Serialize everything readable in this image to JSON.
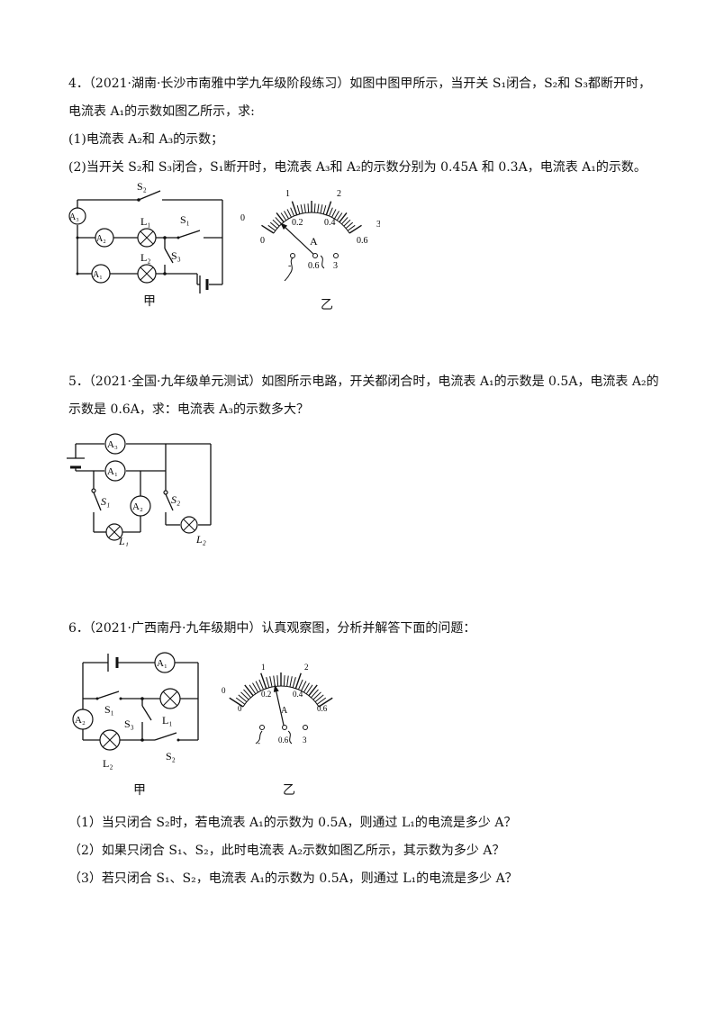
{
  "q4": {
    "line1": "4．（2021·湖南·长沙市南雅中学九年级阶段练习）如图中图甲所示，当开关 S₁闭合，S₂和 S₃都断开时，",
    "line2": "电流表 A₁的示数如图乙所示，求:",
    "line3": "(1)电流表 A₂和 A₃的示数；",
    "line4": "(2)当开关 S₂和 S₃闭合，S₁断开时，电流表 A₃和 A₂的示数分别为 0.45A 和 0.3A，电流表 A₁的示数。",
    "fig_left": {
      "caption": "甲",
      "labels": {
        "A3": "A₃",
        "A2": "A₂",
        "A1": "A₁",
        "S1": "S₁",
        "S2": "S₂",
        "S3": "S₃",
        "L1": "L₁",
        "L2": "L₂"
      }
    },
    "fig_right": {
      "caption": "乙",
      "upper_scale": [
        "0",
        "1",
        "2",
        "3"
      ],
      "lower_scale": [
        "0",
        "0.2",
        "0.4",
        "0.6"
      ],
      "unit": "A",
      "terminals": [
        "-",
        "0.6",
        "3"
      ],
      "needle_value_0_6A": 0.08
    }
  },
  "q5": {
    "line1": "5．（2021·全国·九年级单元测试）如图所示电路，开关都闭合时，电流表 A₁的示数是 0.5A，电流表 A₂的",
    "line2": "示数是 0.6A，求：电流表 A₃的示数多大？",
    "fig": {
      "labels": {
        "A3": "A₃",
        "A1": "A₁",
        "A2": "A₂",
        "S1": "S₁",
        "S2": "S₂",
        "L1": "L₁",
        "L2": "L₂"
      }
    }
  },
  "q6": {
    "line1": "6．（2021·广西南丹·九年级期中）认真观察图，分析并解答下面的问题：",
    "fig_left": {
      "caption": "甲",
      "labels": {
        "A1": "A₁",
        "A2": "A₂",
        "S1": "S₁",
        "S2": "S₂",
        "S3": "S₃",
        "L1": "L₁",
        "L2": "L₂"
      }
    },
    "fig_right": {
      "caption": "乙",
      "upper_scale": [
        "0",
        "1",
        "2",
        "3"
      ],
      "lower_scale": [
        "0",
        "0.2",
        "0.4",
        "0.6"
      ],
      "unit": "A",
      "terminals": [
        "-",
        "0.6",
        "3"
      ],
      "needle_value_0_6A": 0.26
    },
    "sub1": "（1）当只闭合 S₂时，若电流表 A₁的示数为 0.5A，则通过 L₁的电流是多少 A？",
    "sub2": "（2）如果只闭合 S₁、S₂，此时电流表 A₂示数如图乙所示，其示数为多少 A？",
    "sub3": "（3）若只闭合 S₁、S₂，电流表 A₁的示数为 0.5A，则通过 L₁的电流是多少 A？"
  }
}
